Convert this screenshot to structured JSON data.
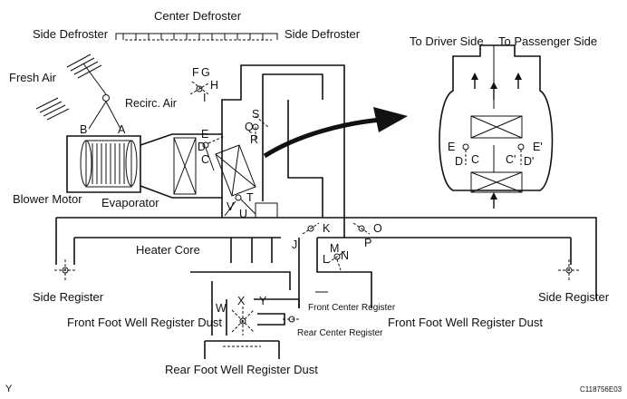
{
  "labels": {
    "center_defroster": "Center Defroster",
    "side_defroster_left": "Side Defroster",
    "side_defroster_right": "Side Defroster",
    "fresh_air": "Fresh Air",
    "recirc_air": "Recirc. Air",
    "blower_motor": "Blower Motor",
    "evaporator": "Evaporator",
    "heater_core": "Heater Core",
    "side_register_left": "Side Register",
    "side_register_right": "Side Register",
    "front_foot_well_left": "Front Foot Well Register Dust",
    "front_foot_well_right": "Front Foot Well Register Dust",
    "rear_foot_well": "Rear Foot Well Register Dust",
    "front_center_register": "Front Center Register",
    "rear_center_register": "Rear Center Register",
    "to_driver_side": "To Driver Side",
    "to_passenger_side": "To Passenger Side",
    "corner_left": "Y",
    "figure_code": "C118756E03"
  },
  "damper_letters": {
    "A": "A",
    "B": "B",
    "C": "C",
    "D": "D",
    "E": "E",
    "F": "F",
    "G": "G",
    "H": "H",
    "I": "I",
    "J": "J",
    "K": "K",
    "L": "L",
    "M": "M",
    "N": "N",
    "O": "O",
    "P": "P",
    "Q": "Q",
    "R": "R",
    "S": "S",
    "T": "T",
    "U": "U",
    "V": "V",
    "W": "W",
    "X": "X",
    "Y": "Y"
  },
  "inset_letters": {
    "E": "E",
    "D": "D",
    "C": "C",
    "C_prime": "C'",
    "D_prime": "D'",
    "E_prime": "E'"
  }
}
